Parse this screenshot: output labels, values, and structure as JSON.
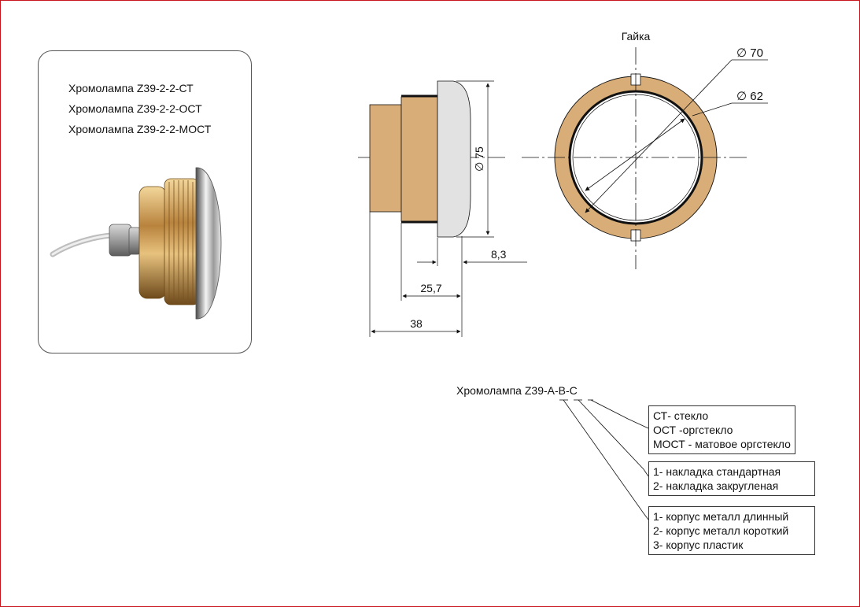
{
  "photo_card": {
    "models": [
      "Хромолампа Z39-2-2-СТ",
      "Хромолампа Z39-2-2-ОСТ",
      "Хромолампа Z39-2-2-МОСТ"
    ]
  },
  "side_view": {
    "diameter_label": "∅ 75",
    "dim_small": "8,3",
    "dim_mid": "25,7",
    "dim_total": "38"
  },
  "front_view": {
    "nut_label": "Гайка",
    "outer_diameter": "∅ 70",
    "inner_diameter": "∅ 62"
  },
  "code_legend": {
    "title": "Хромолампа Z39-A-B-C",
    "group_c": [
      "СТ- стекло",
      "ОСТ -оргстекло",
      "МОСТ - матовое оргстекло"
    ],
    "group_b": [
      "1- накладка стандартная",
      "2- накладка закругленая"
    ],
    "group_a": [
      "1- корпус металл длинный",
      "2- корпус металл короткий",
      "3- корпус пластик"
    ]
  },
  "colors": {
    "frame_border": "#c8141c",
    "brass": "#d9ad78",
    "chrome": "#dcdcdc",
    "line": "#111111"
  }
}
